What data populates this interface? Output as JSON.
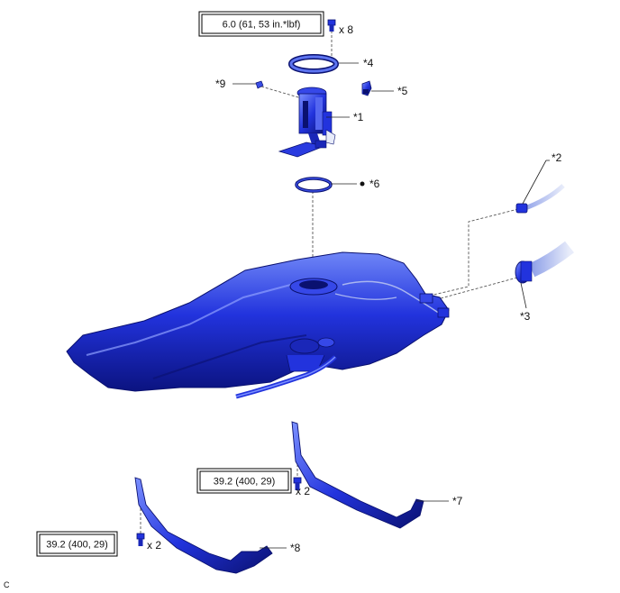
{
  "diagram": {
    "torque_specs": [
      {
        "value": "6.0 (61, 53 in.*lbf)",
        "qty": "x 8"
      },
      {
        "value": "39.2 (400, 29)",
        "qty": "x 2"
      },
      {
        "value": "39.2 (400, 29)",
        "qty": "x 2"
      }
    ],
    "parts": [
      {
        "label": "*1"
      },
      {
        "label": "*2"
      },
      {
        "label": "*3"
      },
      {
        "label": "*4"
      },
      {
        "label": "*5"
      },
      {
        "label": "*6"
      },
      {
        "label": "*7"
      },
      {
        "label": "*8"
      },
      {
        "label": "*9"
      }
    ],
    "figure_code": "C",
    "colors": {
      "part_blue": "#1f2fd6",
      "part_dark": "#0a1170",
      "part_light": "#5f7af5",
      "hose_gray": "#b9c3e8"
    }
  }
}
